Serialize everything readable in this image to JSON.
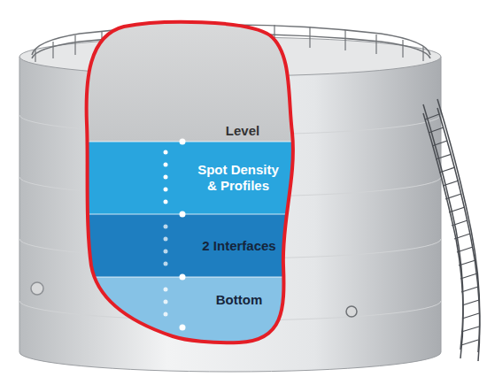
{
  "diagram": {
    "nodes": [
      {
        "text": [
          "Level"
        ]
      },
      {
        "text": [
          "Spot Density & Profiles"
        ]
      },
      {
        "text": [
          "2 Interfaces"
        ]
      },
      {
        "text": [
          "Bottom"
        ]
      }
    ]
  }
}
